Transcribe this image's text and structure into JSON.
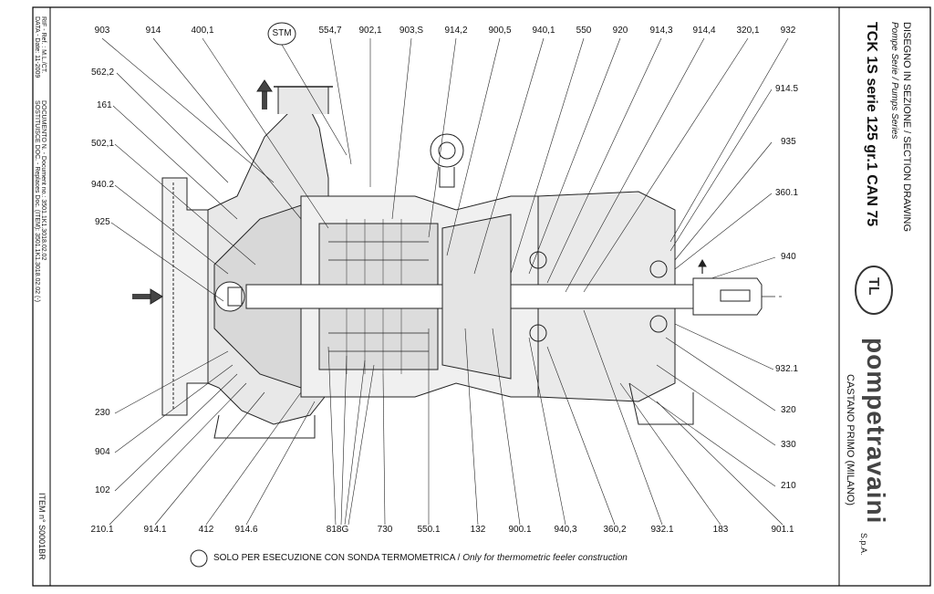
{
  "title_block": {
    "drawing_title_it": "DISEGNO IN SEZIONE / SECTION DRAWING",
    "series": "Pompe Serie / Pumps Series",
    "model": "TCK 1S serie 125 gr.1 CAN 75",
    "company": "pompetravaini",
    "company_suffix": "S.p.A.",
    "location": "CASTANO PRIMO (MILANO)",
    "logo_text": "TL"
  },
  "left_strip": {
    "rif": "RIF - Ref. : M.L./CT.",
    "data": "DATA - Date: 11-2009",
    "documento": "DOCUMENTO N. - Document no.: 3501.1K1.3018.02.02",
    "sostituisce": "SOSTITUISCE DOC. - Replaces Doc. (ITEM): 3501.1K1.3018.02.02 (-)",
    "item": "ITEM n° S0001BR"
  },
  "top_labels": [
    "903",
    "914",
    "400,1",
    "STM",
    "554,7",
    "902,1",
    "903,S",
    "914,2",
    "900,5",
    "940,1",
    "550",
    "920",
    "914,3",
    "914,4",
    "320,1",
    "932"
  ],
  "left_labels": [
    "562,2",
    "161",
    "502,1",
    "940.2",
    "925",
    "230",
    "904",
    "102"
  ],
  "right_labels": [
    "914.5",
    "935",
    "360.1",
    "940",
    "932.1",
    "320",
    "330",
    "210"
  ],
  "bottom_labels": [
    "210.1",
    "914.1",
    "412",
    "914.6",
    "818G",
    "730",
    "550.1",
    "132",
    "900.1",
    "940,3",
    "360,2",
    "932.1",
    "183",
    "901.1"
  ],
  "footnote": {
    "italian": "SOLO PER ESECUZIONE CON SONDA TERMOMETRICA /",
    "english": "Only for thermometric feeler construction"
  }
}
